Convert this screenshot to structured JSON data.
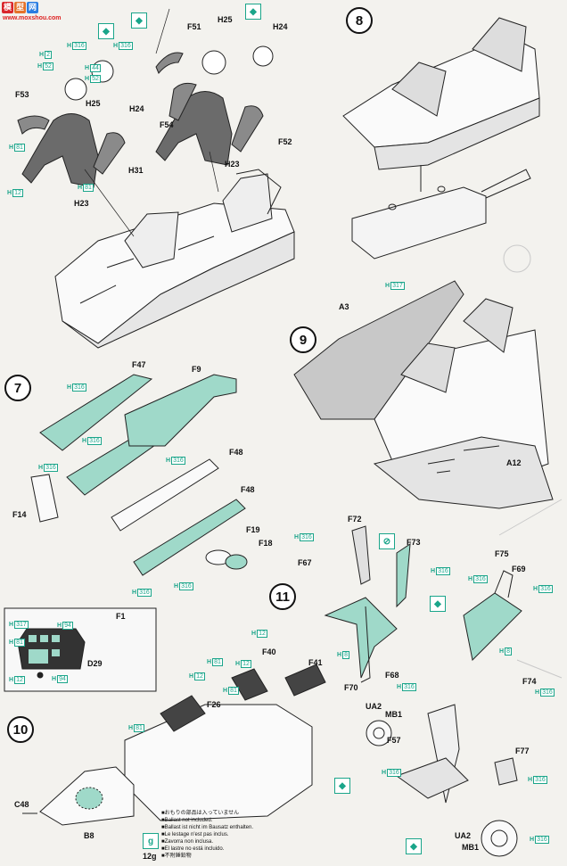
{
  "watermark": {
    "logo_chars": [
      "模",
      "型",
      "网"
    ],
    "site": "www.moxshou.com"
  },
  "steps": [
    "8",
    "7",
    "9",
    "11",
    "10"
  ],
  "labels": {
    "F51": "F51",
    "H25a": "H25",
    "H24a": "H24",
    "H2": "H 2",
    "H52a": "H52",
    "H44": "H44",
    "H52b": "H52",
    "H25b": "H25",
    "H24b": "H24",
    "F53": "F53",
    "F54": "F54",
    "F52": "F52",
    "H8a": "H8",
    "H31": "H31",
    "H23a": "H23",
    "H23b": "H23",
    "H12a": "H12",
    "H81a": "H81",
    "F47": "F47",
    "F9": "F9",
    "F48a": "F48",
    "F48b": "F48",
    "F14": "F14",
    "F19": "F19",
    "F18": "F18",
    "A3": "A3",
    "A12": "A12",
    "F72": "F72",
    "F73": "F73",
    "F67": "F67",
    "F75": "F75",
    "F69": "F69",
    "F70": "F70",
    "F68": "F68",
    "F74": "F74",
    "F1": "F1",
    "D29": "D29",
    "F40": "F40",
    "F41": "F41",
    "F26": "F26",
    "UA2a": "UA2",
    "MB1a": "MB1",
    "F57": "F57",
    "F77": "F77",
    "C48": "C48",
    "B8": "B8",
    "UA2b": "UA2",
    "MB1b": "MB1"
  },
  "color_tags": {
    "h316": "316",
    "h317": "317",
    "h81": "81",
    "h8": "8",
    "h12": "12",
    "h94": "94",
    "h52": "52",
    "h44": "44",
    "h2": "2",
    "prefix": "H"
  },
  "weight_note": {
    "paint_code": "g",
    "weight": "12g"
  },
  "notes": [
    "■おもりの部品は入っていません",
    "■Ballast not included.",
    "■Ballast ist nicht im Bausatz enthalten.",
    "■Le lestage n'est pas inclus.",
    "■Zavorra non inclusa.",
    "■El lastre no está incluido.",
    "■不附錘鉛物"
  ],
  "colors": {
    "accent": "#1aa58a",
    "fill": "#9fd9c9",
    "ink": "#111111",
    "paper": "#f3f2ee"
  }
}
